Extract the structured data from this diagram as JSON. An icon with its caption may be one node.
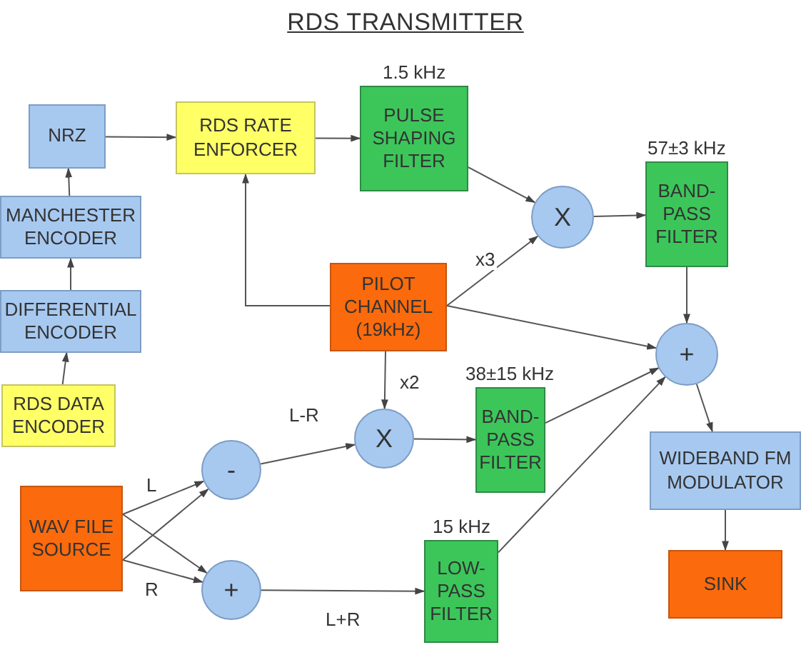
{
  "diagram": {
    "title": "RDS TRANSMITTER",
    "nodes": [
      {
        "text": [
          "NRZ"
        ]
      },
      {
        "text": [
          "RDS RATE ENFORCER"
        ]
      },
      {
        "text": [
          "PULSE SHAPING FILTER"
        ],
        "beside": [
          "1.5 kHz"
        ]
      },
      {
        "text": [
          "MANCHESTER ENCODER"
        ]
      },
      {
        "text": [
          "X"
        ]
      },
      {
        "text": [
          "BAND-PASS FILTER"
        ],
        "beside": [
          "57±3 kHz"
        ]
      },
      {
        "text": [
          "DIFFERENTIAL ENCODER"
        ]
      },
      {
        "text": [
          "PILOT CHANNEL (19kHz)"
        ]
      },
      {
        "text": [
          "+"
        ]
      },
      {
        "text": [
          "RDS DATA ENCODER"
        ]
      },
      {
        "text": [
          "X"
        ]
      },
      {
        "text": [
          "BAND-PASS FILTER"
        ],
        "beside": [
          "38±15 kHz"
        ]
      },
      {
        "text": [
          "-"
        ]
      },
      {
        "text": [
          "WIDEBAND FM MODULATOR"
        ]
      },
      {
        "text": [
          "WAV FILE SOURCE"
        ]
      },
      {
        "text": [
          "+"
        ]
      },
      {
        "text": [
          "LOW-PASS FILTER"
        ],
        "beside": [
          "15 kHz"
        ]
      },
      {
        "text": [
          "SINK"
        ]
      }
    ],
    "edges": [
      {
        "from": 0,
        "to": 1,
        "arrow": "to"
      },
      {
        "from": 3,
        "to": 0,
        "arrow": "to"
      },
      {
        "from": 6,
        "to": 3,
        "arrow": "to"
      },
      {
        "from": 9,
        "to": 6,
        "arrow": "to"
      },
      {
        "from": 1,
        "to": 2,
        "arrow": "to"
      },
      {
        "from": 7,
        "to": 1,
        "arrow": "to"
      },
      {
        "from": 2,
        "to": 4,
        "arrow": "to"
      },
      {
        "from": 7,
        "to": 4,
        "label": "x3",
        "arrow": "to"
      },
      {
        "from": 4,
        "to": 5,
        "arrow": "to"
      },
      {
        "from": 5,
        "to": 8,
        "arrow": "to"
      },
      {
        "from": 7,
        "to": 8,
        "arrow": "to"
      },
      {
        "from": 7,
        "to": 10,
        "label": "x2",
        "arrow": "to"
      },
      {
        "from": 14,
        "to": 12,
        "label": "L",
        "arrow": "to"
      },
      {
        "from": 14,
        "to": 15,
        "arrow": "to"
      },
      {
        "from": 14,
        "to": 12,
        "arrow": "to"
      },
      {
        "from": 14,
        "to": 15,
        "label": "R",
        "arrow": "to"
      },
      {
        "from": 12,
        "to": 10,
        "label": "L-R",
        "arrow": "to"
      },
      {
        "from": 10,
        "to": 11,
        "arrow": "to"
      },
      {
        "from": 11,
        "to": 8,
        "arrow": "to"
      },
      {
        "from": 15,
        "to": 16,
        "label": "L+R",
        "arrow": "to"
      },
      {
        "from": 16,
        "to": 8,
        "arrow": "to"
      },
      {
        "from": 8,
        "to": 13,
        "arrow": "to"
      },
      {
        "from": 13,
        "to": 17,
        "arrow": "to"
      }
    ]
  }
}
